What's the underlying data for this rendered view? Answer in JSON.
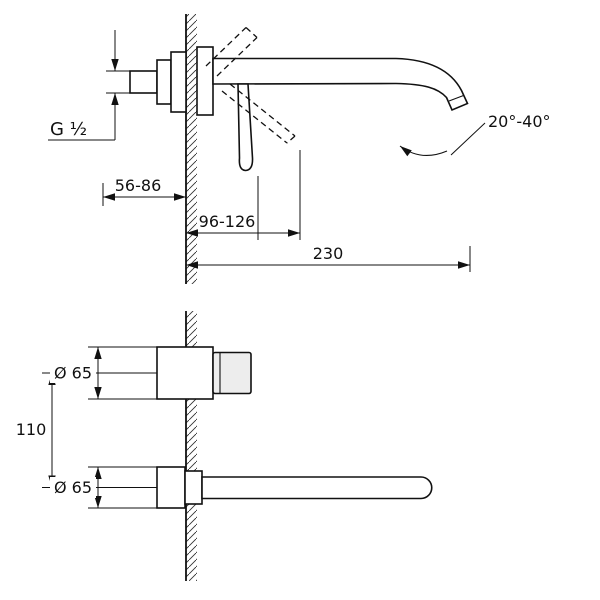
{
  "page": {
    "background": "#ffffff",
    "line_color": "#111111"
  },
  "side_view": {
    "thread_label": "G ½",
    "wall_depth_range": "56-86",
    "handle_projection_range": "96-126",
    "spout_projection": "230",
    "spout_angle_range": "20°-40°"
  },
  "front_view": {
    "mixer_diameter": "Ø 65",
    "center_distance": "110",
    "spout_escutcheon_diameter": "Ø 65"
  }
}
